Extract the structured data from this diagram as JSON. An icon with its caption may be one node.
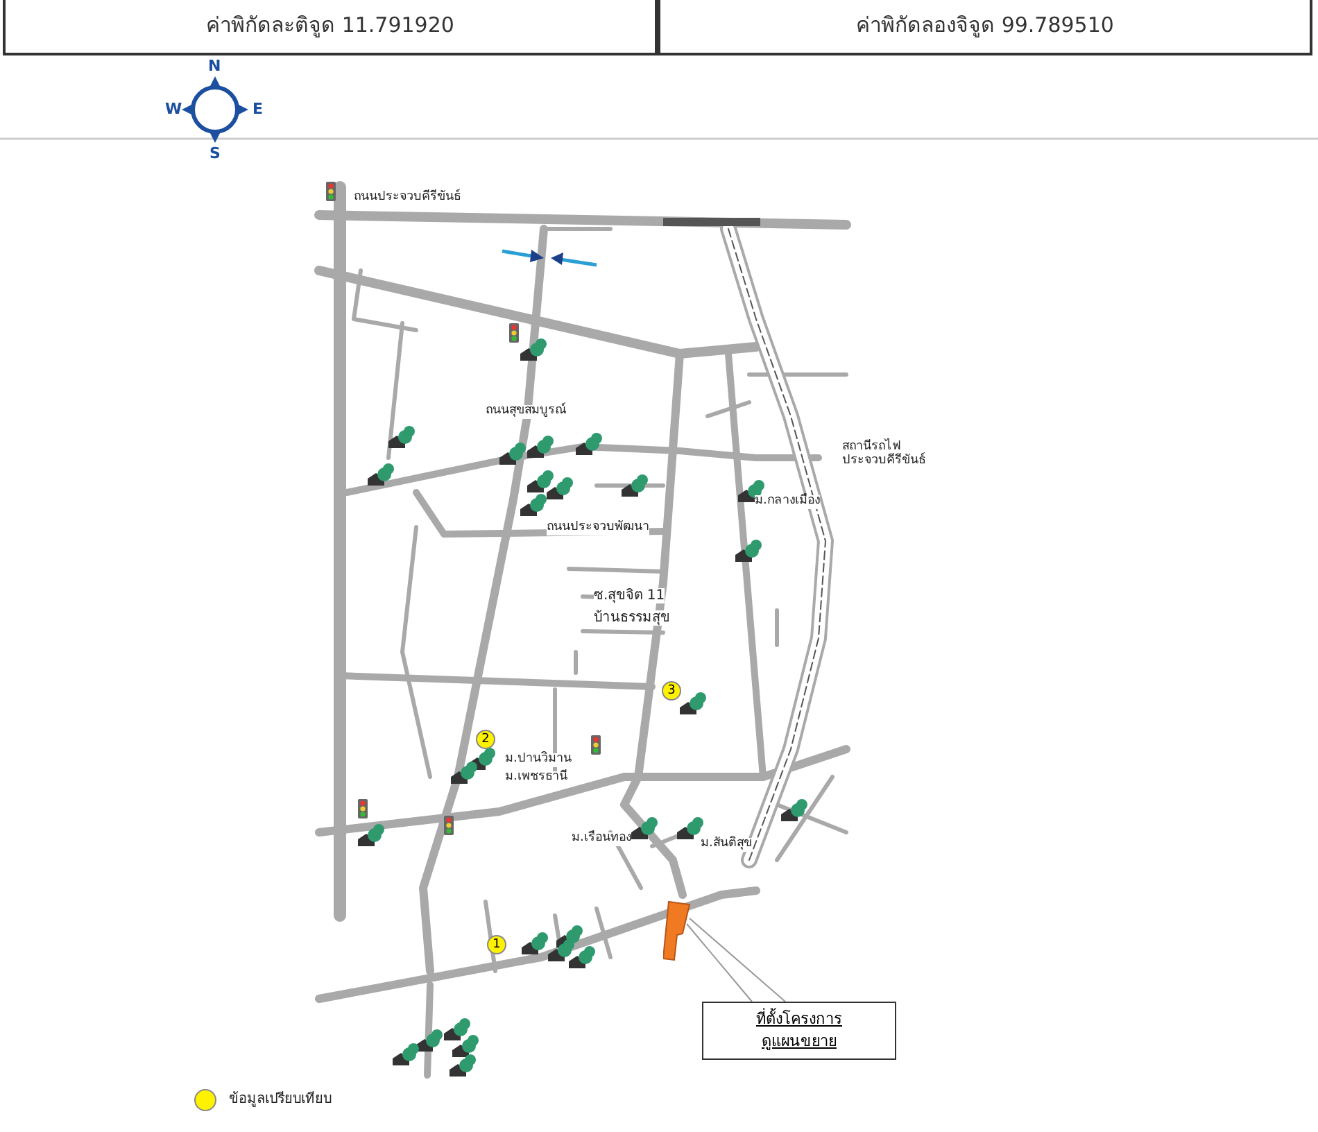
{
  "diagram": {
    "nodes": [
      {
        "text": [
          "ค่าพิกัดละติจูด 11.791920"
        ]
      },
      {
        "text": [
          "ค่าพิกัดลองจิจูด 99.789510"
        ]
      },
      {
        "text": [
          "ที่ตั้งโครงการ",
          "ดูแผนขยาย"
        ]
      },
      {
        "text": [],
        "shape": "box"
      },
      {
        "text": [
          "1"
        ]
      },
      {
        "text": [
          "2"
        ]
      },
      {
        "text": [
          "3"
        ]
      }
    ],
    "edges": [
      {
        "from": 2,
        "to": 3,
        "arrow": "none"
      },
      {
        "from": 2,
        "to": 3,
        "arrow": "none"
      }
    ],
    "labels": [
      "N",
      "W",
      "E",
      "S",
      "ถนนประจวบคีรีขันธ์",
      "ถนนสุขสมบูรณ์",
      "สถานีรถไฟประจวบคีรีขันธ์",
      "ม.กลางเมือง",
      "ถนนประจวบพัฒนา",
      "ซ.สุขจิต 11",
      "บ้านธรรมสุข",
      "ม.ปานวิมาน",
      "ม.เพชรธานี",
      "ม.เรือนทอง",
      "ม.สันติสุข"
    ],
    "legend": [
      {
        "text": "ข้อมูลเปรียบเทียบ",
        "color": "#fff200"
      }
    ]
  }
}
